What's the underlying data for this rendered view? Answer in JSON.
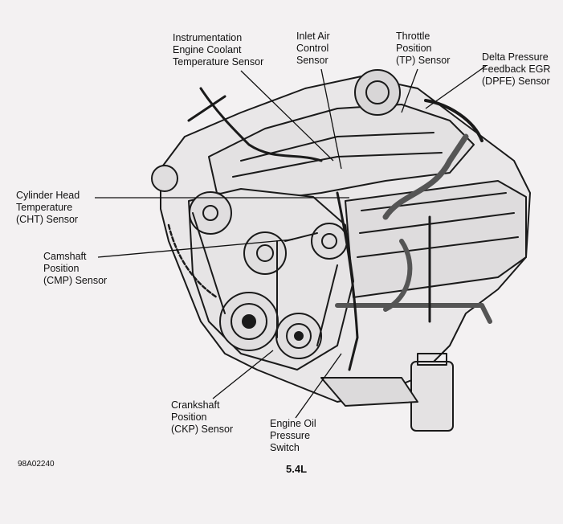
{
  "labels": {
    "ect": "Instrumentation\nEngine Coolant\nTemperature Sensor",
    "iac": "Inlet Air\nControl\nSensor",
    "tp": "Throttle\nPosition\n(TP) Sensor",
    "dpfe": "Delta Pressure\nFeedback EGR\n(DPFE) Sensor",
    "cht": "Cylinder Head\nTemperature\n(CHT) Sensor",
    "cmp": "Camshaft\nPosition\n(CMP) Sensor",
    "ckp": "Crankshaft\nPosition\n(CKP) Sensor",
    "oil": "Engine Oil\nPressure\nSwitch"
  },
  "figure_id": "98A02240",
  "engine_caption": "5.4L",
  "icons": {
    "engine": "engine-illustration"
  }
}
